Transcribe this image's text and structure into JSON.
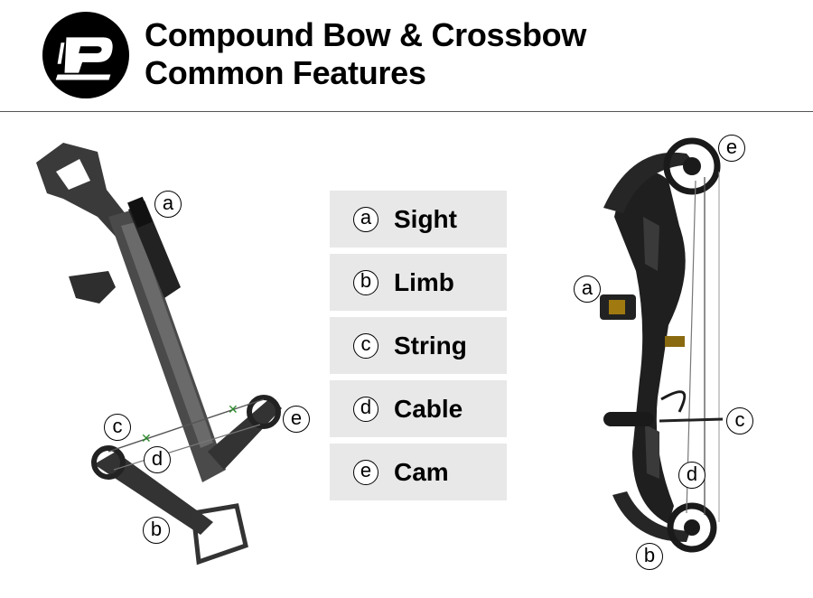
{
  "title": {
    "line1": "Compound Bow & Crossbow",
    "line2": "Common Features"
  },
  "legend": [
    {
      "letter": "a",
      "label": "Sight"
    },
    {
      "letter": "b",
      "label": "Limb"
    },
    {
      "letter": "c",
      "label": "String"
    },
    {
      "letter": "d",
      "label": "Cable"
    },
    {
      "letter": "e",
      "label": "Cam"
    }
  ],
  "crossbow_callouts": [
    "a",
    "b",
    "c",
    "d",
    "e"
  ],
  "bow_callouts": [
    "a",
    "b",
    "c",
    "d",
    "e"
  ]
}
